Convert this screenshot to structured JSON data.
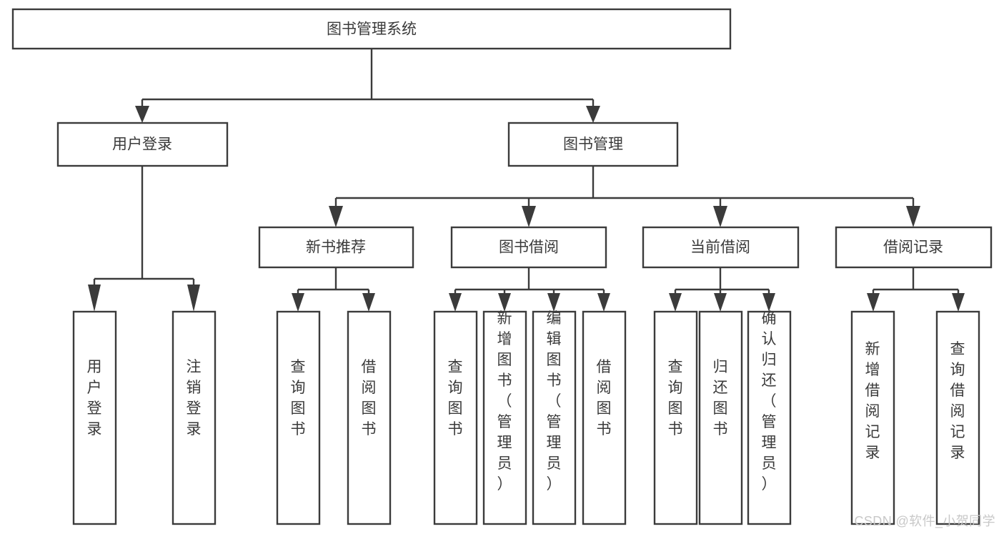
{
  "diagram": {
    "title": "图书管理系统",
    "type": "tree-hierarchy-chart",
    "orientation": "top-down",
    "colors": {
      "box_stroke": "#3b3b3b",
      "box_fill": "#ffffff",
      "text": "#3a3a3a",
      "connector": "#3b3b3b",
      "watermark": "#c8c8c8",
      "background": "#ffffff"
    },
    "root": {
      "label": "图书管理系统"
    },
    "level2": [
      {
        "id": "user-login",
        "label": "用户登录"
      },
      {
        "id": "book-manage",
        "label": "图书管理"
      }
    ],
    "level3": [
      {
        "id": "new-book-recommend",
        "label": "新书推荐",
        "parent": "book-manage"
      },
      {
        "id": "book-borrow",
        "label": "图书借阅",
        "parent": "book-manage"
      },
      {
        "id": "current-borrow",
        "label": "当前借阅",
        "parent": "book-manage"
      },
      {
        "id": "borrow-record",
        "label": "借阅记录",
        "parent": "book-manage"
      }
    ],
    "leaves": {
      "user-login": [
        {
          "id": "leaf-user-login",
          "label": "用户登录"
        },
        {
          "id": "leaf-logout-login",
          "label": "注销登录"
        }
      ],
      "new-book-recommend": [
        {
          "id": "leaf-query-book-1",
          "label": "查询图书"
        },
        {
          "id": "leaf-borrow-book-1",
          "label": "借阅图书"
        }
      ],
      "book-borrow": [
        {
          "id": "leaf-query-book-2",
          "label": "查询图书"
        },
        {
          "id": "leaf-add-book",
          "label": "新增图书（管理员）"
        },
        {
          "id": "leaf-edit-book",
          "label": "编辑图书（管理员）"
        },
        {
          "id": "leaf-borrow-book-2",
          "label": "借阅图书"
        }
      ],
      "current-borrow": [
        {
          "id": "leaf-query-book-3",
          "label": "查询图书"
        },
        {
          "id": "leaf-return-book",
          "label": "归还图书"
        },
        {
          "id": "leaf-confirm-return",
          "label": "确认归还（管理员）"
        }
      ],
      "borrow-record": [
        {
          "id": "leaf-add-record",
          "label": "新增借阅记录"
        },
        {
          "id": "leaf-query-record",
          "label": "查询借阅记录"
        }
      ]
    }
  },
  "watermark": {
    "text": "CSDN @软件_小贺同学"
  }
}
